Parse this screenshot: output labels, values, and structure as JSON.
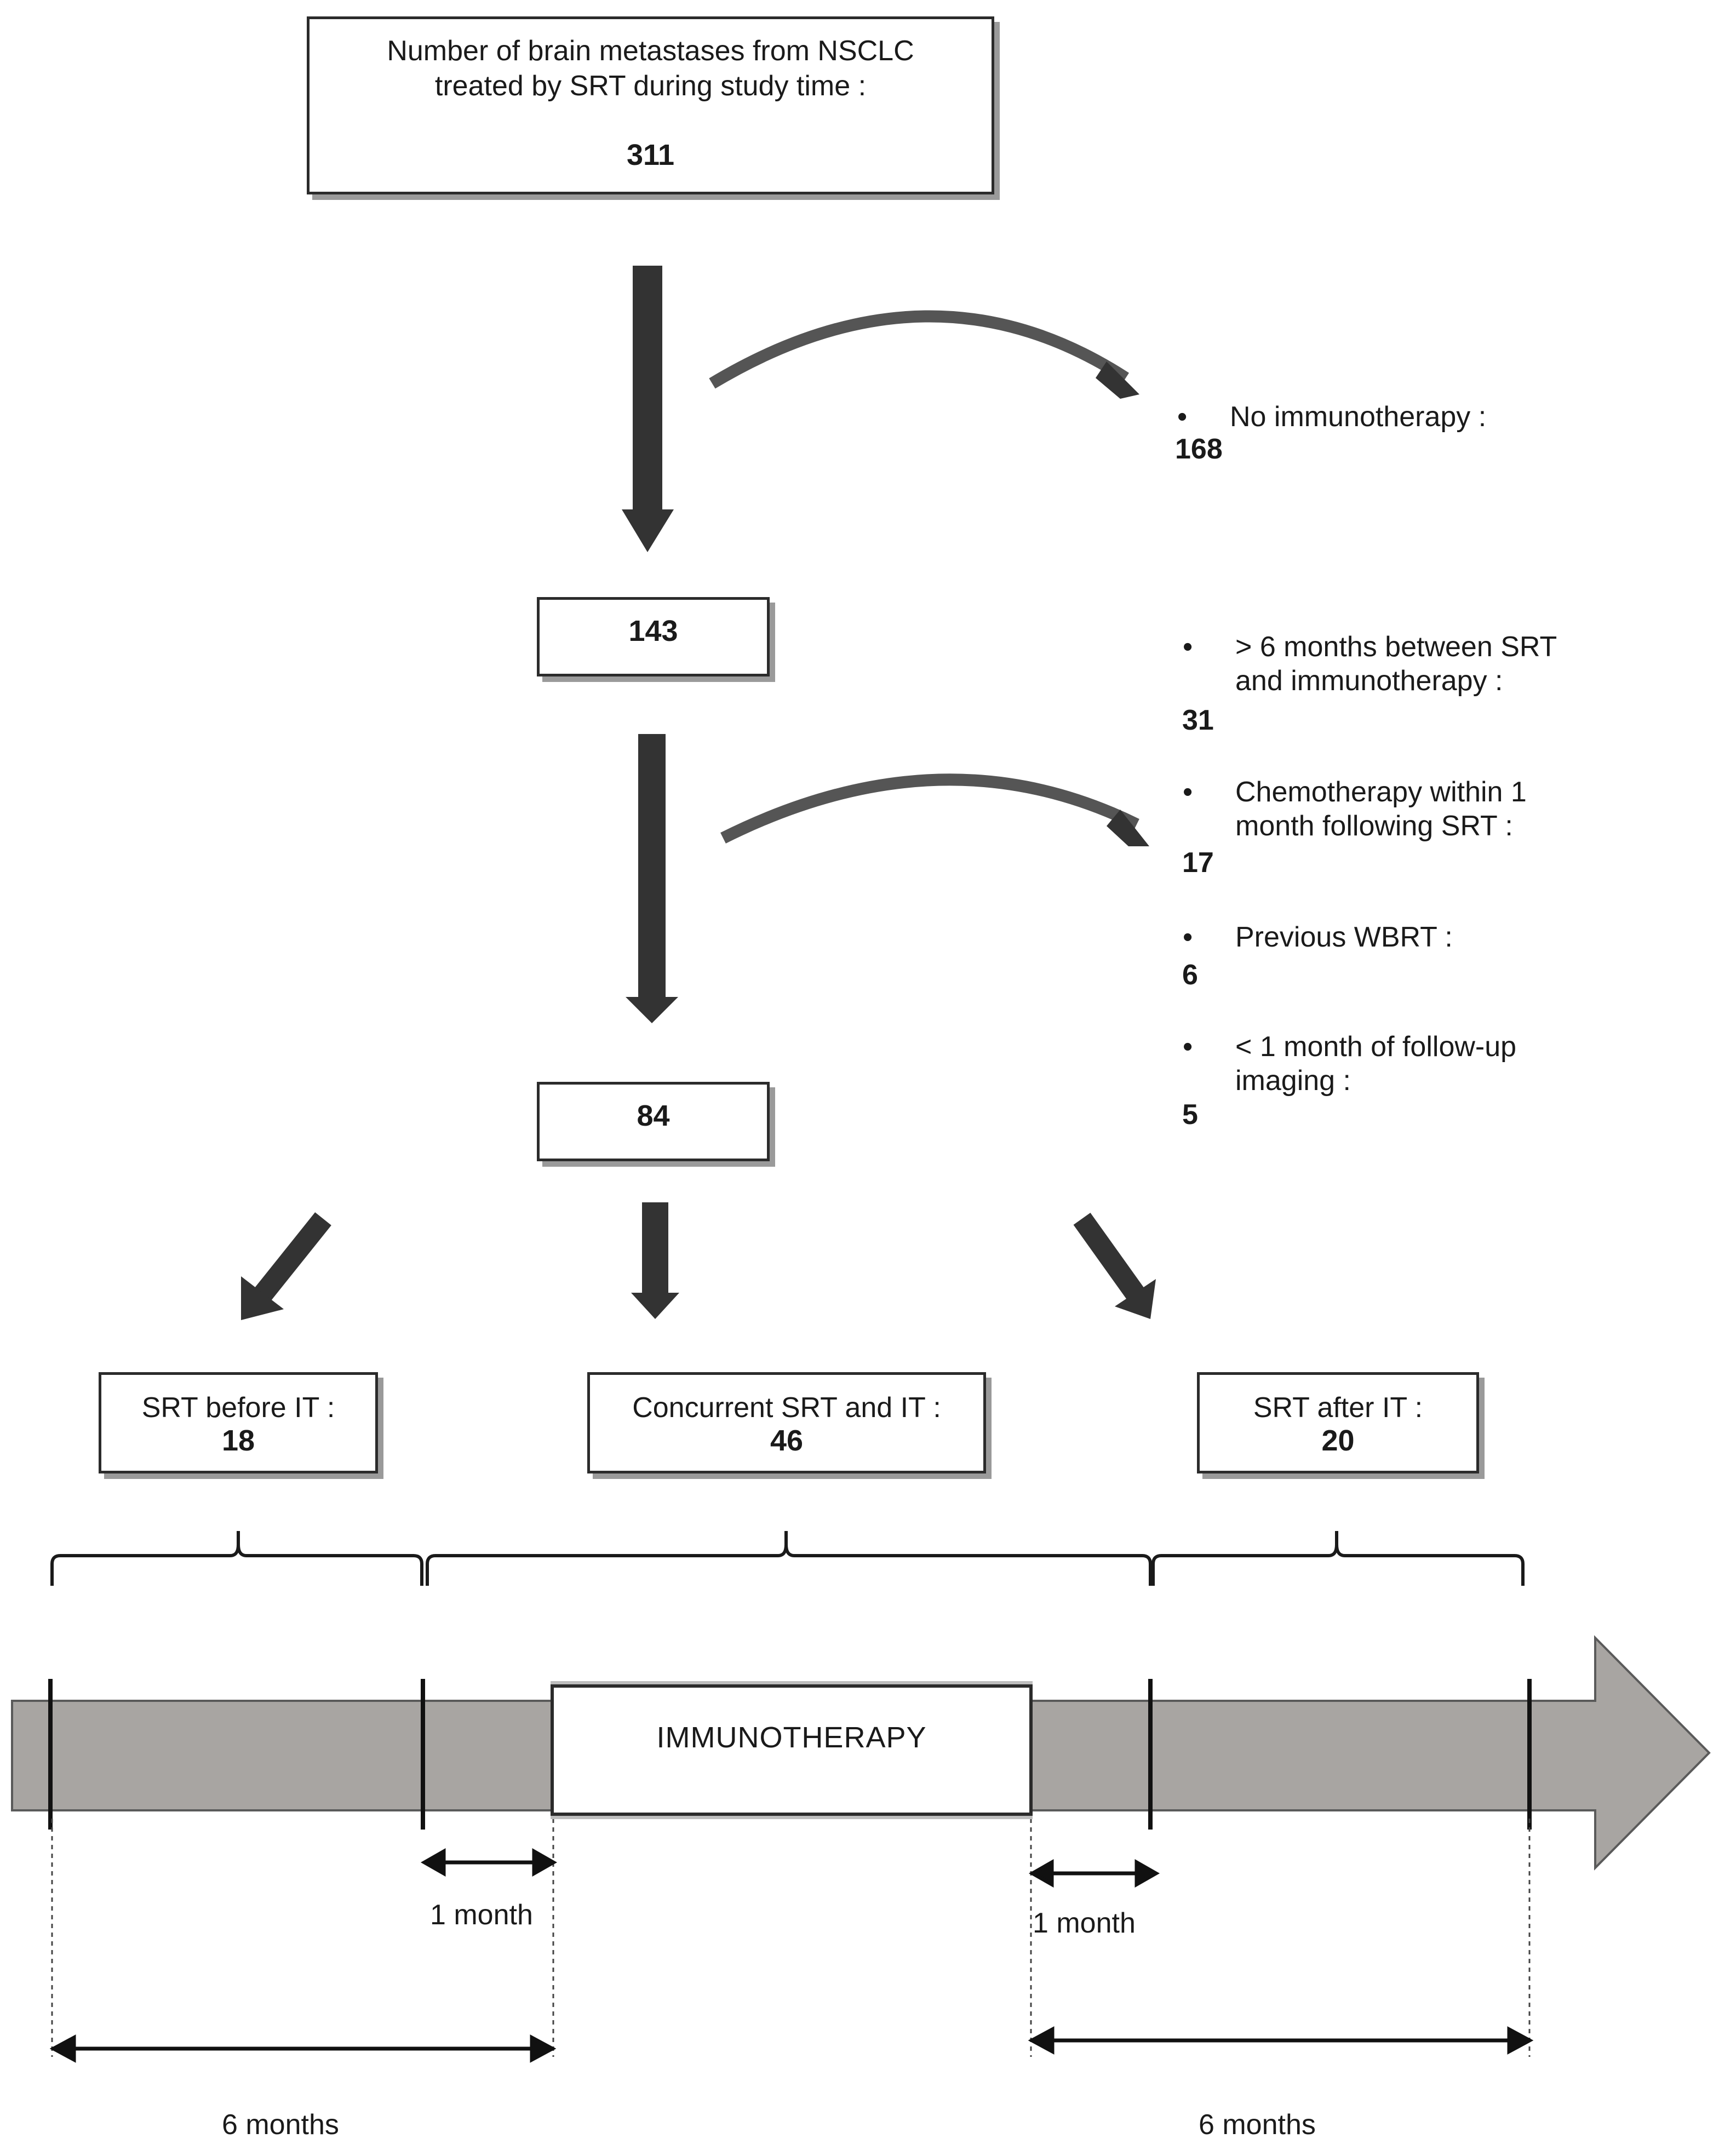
{
  "top_box": {
    "line1": "Number of brain metastases from NSCLC",
    "line2": "treated by SRT during study time :",
    "count": "311"
  },
  "exclusion1": {
    "label": "No immunotherapy :",
    "count": "168"
  },
  "mid_box": {
    "count": "143"
  },
  "exclusion2": [
    {
      "line1": "> 6 months between SRT",
      "line2": "and immunotherapy :",
      "count": "31"
    },
    {
      "line1": "Chemotherapy within 1",
      "line2": "month following SRT :",
      "count": "17"
    },
    {
      "line1": "Previous WBRT :",
      "line2": "",
      "count": "6"
    },
    {
      "line1": "< 1 month of follow-up",
      "line2": "imaging :",
      "count": "5"
    }
  ],
  "low_box": {
    "count": "84"
  },
  "groups": [
    {
      "label": "SRT before IT :",
      "count": "18"
    },
    {
      "label": "Concurrent SRT and IT :",
      "count": "46"
    },
    {
      "label": "SRT after IT :",
      "count": "20"
    }
  ],
  "timeline": {
    "immunotherapy_label": "IMMUNOTHERAPY",
    "one_month_left": "1 month",
    "one_month_right": "1 month",
    "six_months_left": "6 months",
    "six_months_right": "6 months"
  },
  "colors": {
    "arrow": "#333333",
    "timeline_fill": "#a8a5a2",
    "timeline_stroke": "#5a5a5a",
    "shadow": "#9a9a9a"
  }
}
